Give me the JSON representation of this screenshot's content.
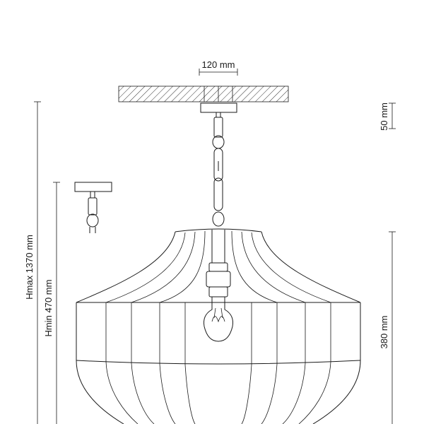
{
  "dimensions": {
    "canopy_width": "120 mm",
    "canopy_height": "50 mm",
    "height_max": "Hmax 1370 mm",
    "height_min": "Hmin 470 mm",
    "shade_height": "380 mm"
  },
  "colors": {
    "line": "#1a1a1a",
    "background": "#ffffff"
  },
  "icons": {
    "bulb": "light-bulb-icon",
    "ceiling": "ceiling-hatch-icon"
  }
}
